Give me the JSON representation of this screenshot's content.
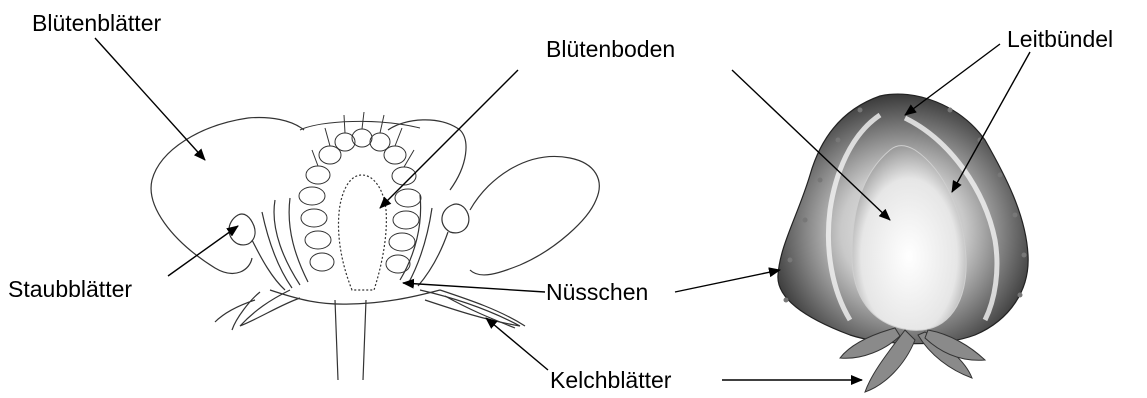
{
  "labels": {
    "petals": "Blütenblätter",
    "receptacle": "Blütenboden",
    "vascular_bundles": "Leitbündel",
    "stamens": "Staubblätter",
    "achenes": "Nüsschen",
    "sepals": "Kelchblätter"
  }
}
